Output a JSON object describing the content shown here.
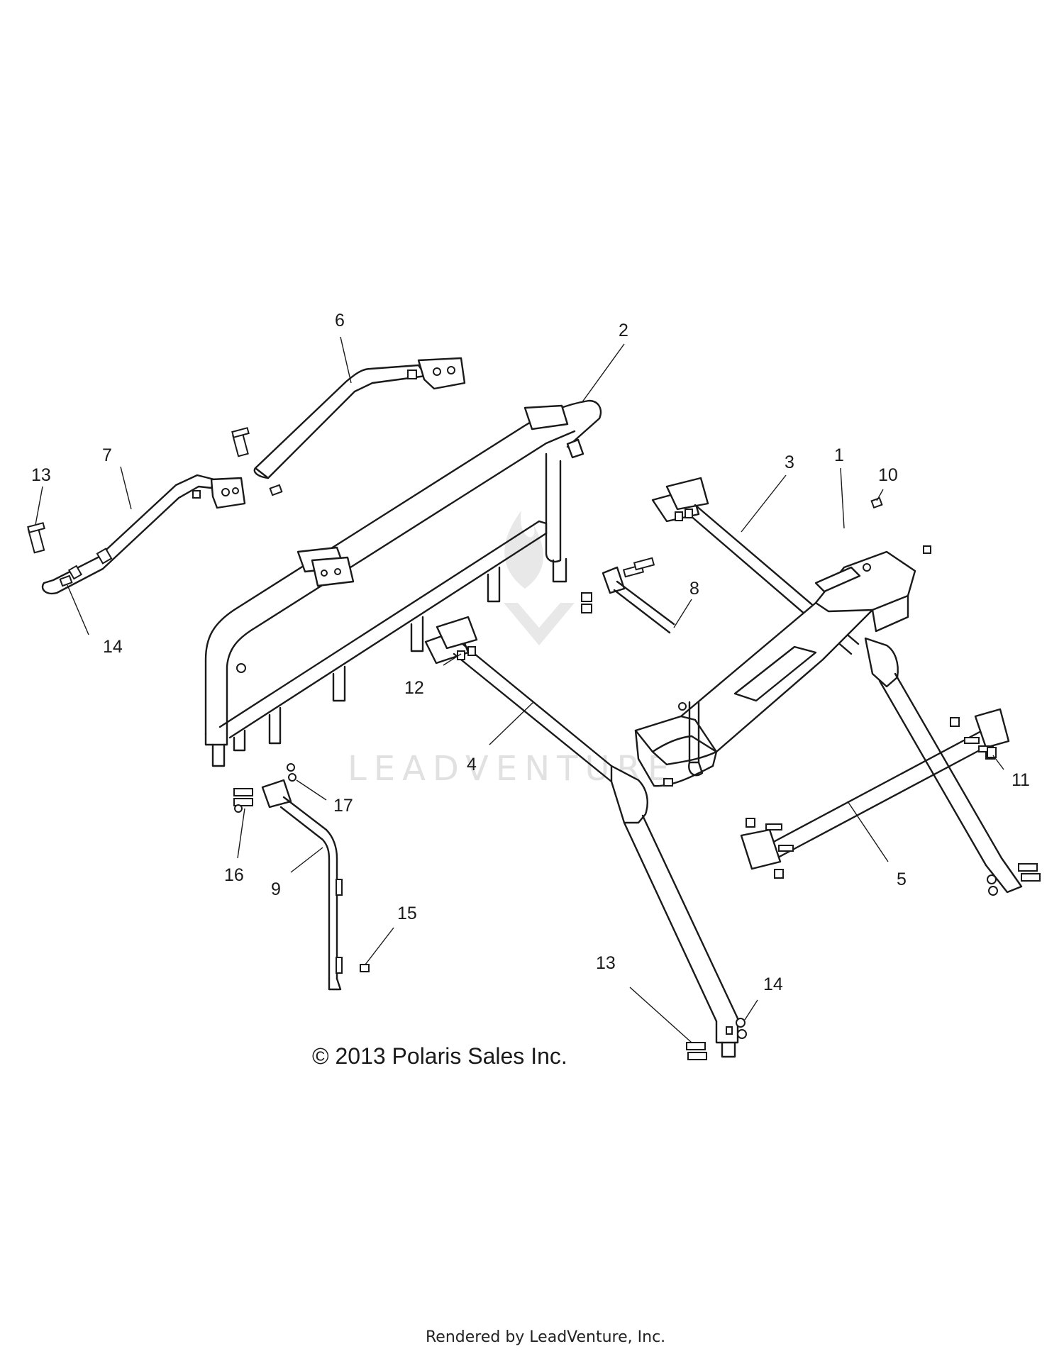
{
  "callouts": [
    {
      "id": "c1",
      "text": "1"
    },
    {
      "id": "c2",
      "text": "2"
    },
    {
      "id": "c3",
      "text": "3"
    },
    {
      "id": "c4",
      "text": "4"
    },
    {
      "id": "c5",
      "text": "5"
    },
    {
      "id": "c6",
      "text": "6"
    },
    {
      "id": "c7",
      "text": "7"
    },
    {
      "id": "c8",
      "text": "8"
    },
    {
      "id": "c9",
      "text": "9"
    },
    {
      "id": "c10",
      "text": "10"
    },
    {
      "id": "c11",
      "text": "11"
    },
    {
      "id": "c12",
      "text": "12"
    },
    {
      "id": "c13a",
      "text": "13"
    },
    {
      "id": "c13b",
      "text": "13"
    },
    {
      "id": "c14a",
      "text": "14"
    },
    {
      "id": "c14b",
      "text": "14"
    },
    {
      "id": "c15",
      "text": "15"
    },
    {
      "id": "c16",
      "text": "16"
    },
    {
      "id": "c17",
      "text": "17"
    }
  ],
  "copyright": "© 2013 Polaris Sales Inc.",
  "watermark": "LEADVENTURE",
  "footer": "Rendered by LeadVenture, Inc."
}
